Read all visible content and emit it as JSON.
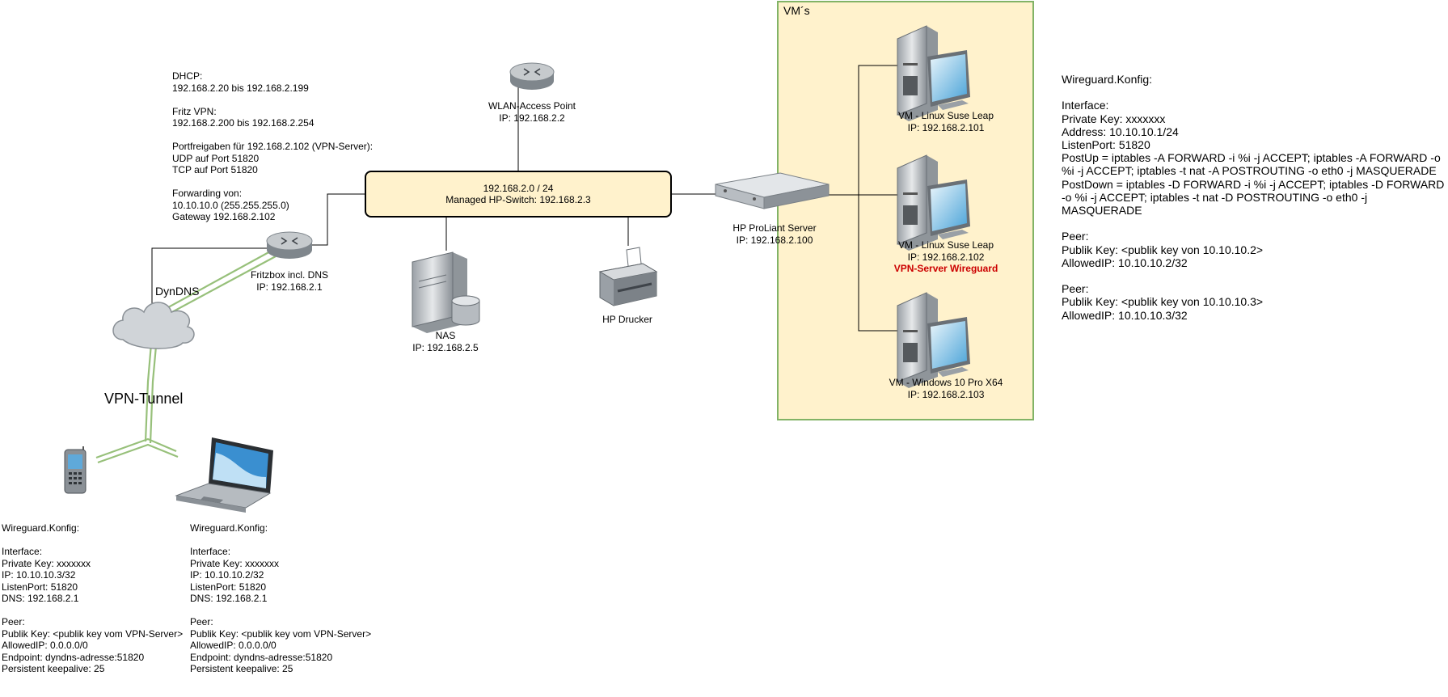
{
  "network": {
    "dhcp_lines": [
      "DHCP:",
      "192.168.2.20 bis 192.168.2.199",
      "",
      "Fritz VPN:",
      "192.168.2.200 bis 192.168.2.254",
      "",
      "Portfreigaben für 192.168.2.102 (VPN-Server):",
      "UDP auf Port 51820",
      "TCP auf Port 51820",
      "",
      "Forwarding von:",
      "10.10.10.0 (255.255.255.0)",
      "Gateway 192.168.2.102"
    ],
    "switch": {
      "line1": "192.168.2.0 / 24",
      "line2": "Managed HP-Switch: 192.168.2.3"
    },
    "wlan_ap": {
      "name": "WLAN-Access Point",
      "ip": "IP: 192.168.2.2"
    },
    "fritzbox": {
      "name": "Fritzbox incl. DNS",
      "ip": "IP: 192.168.2.1"
    },
    "dyndns": "DynDNS",
    "vpn_tunnel": "VPN-Tunnel",
    "nas": {
      "name": "NAS",
      "ip": "IP: 192.168.2.5"
    },
    "printer": {
      "name": "HP Drucker"
    },
    "server": {
      "name": "HP ProLiant Server",
      "ip": "IP: 192.168.2.100"
    },
    "vms": {
      "title": "VM´s",
      "vm1": {
        "name": "VM - Linux Suse Leap",
        "ip": "IP: 192.168.2.101"
      },
      "vm2": {
        "name": "VM - Linux Suse Leap",
        "ip": "IP: 192.168.2.102",
        "role": "VPN-Server Wireguard"
      },
      "vm3": {
        "name": "VM - Windows 10 Pro X64",
        "ip": "IP: 192.168.2.103"
      }
    }
  },
  "wg_server_lines": [
    "Wireguard.Konfig:",
    "",
    "Interface:",
    "Private Key: xxxxxxx",
    "Address: 10.10.10.1/24",
    "ListenPort: 51820",
    "PostUp = iptables -A FORWARD -i %i -j ACCEPT; iptables -A FORWARD -o",
    "%i -j ACCEPT; iptables -t nat -A POSTROUTING -o eth0 -j MASQUERADE",
    "PostDown = iptables -D FORWARD -i %i -j ACCEPT; iptables -D FORWARD",
    "-o %i -j ACCEPT; iptables -t nat -D POSTROUTING -o eth0 -j",
    "MASQUERADE",
    "",
    "Peer:",
    "Publik Key: <publik key von 10.10.10.2>",
    "AllowedIP: 10.10.10.2/32",
    "",
    "Peer:",
    "Publik Key: <publik key von 10.10.10.3>",
    "AllowedIP: 10.10.10.3/32"
  ],
  "wg_phone_lines": [
    "Wireguard.Konfig:",
    "",
    "Interface:",
    "Private Key: xxxxxxx",
    "IP: 10.10.10.3/32",
    "ListenPort: 51820",
    "DNS: 192.168.2.1",
    "",
    "Peer:",
    "Publik Key: <publik key vom VPN-Server>",
    "AllowedIP: 0.0.0.0/0",
    "Endpoint: dyndns-adresse:51820",
    "Persistent keepalive: 25"
  ],
  "wg_laptop_lines": [
    "Wireguard.Konfig:",
    "",
    "Interface:",
    "Private Key: xxxxxxx",
    "IP: 10.10.10.2/32",
    "ListenPort: 51820",
    "DNS: 192.168.2.1",
    "",
    "Peer:",
    "Publik Key: <publik key vom VPN-Server>",
    "AllowedIP: 0.0.0.0/0",
    "Endpoint: dyndns-adresse:51820",
    "Persistent keepalive: 25"
  ],
  "icons": [
    "router-icon",
    "cloud-icon",
    "nas-server-icon",
    "printer-icon",
    "rack-server-icon",
    "workstation-icon",
    "mobile-phone-icon",
    "laptop-icon"
  ]
}
